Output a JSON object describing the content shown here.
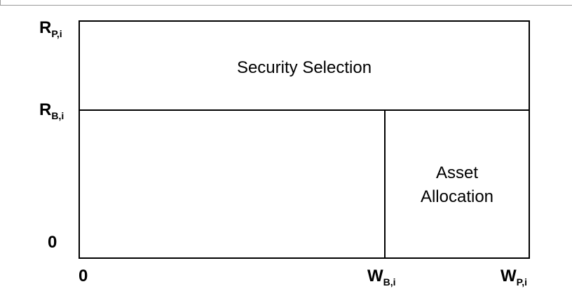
{
  "regions": {
    "security_selection": "Security Selection",
    "asset_allocation_line1": "Asset",
    "asset_allocation_line2": "Allocation"
  },
  "y_axis": {
    "top": {
      "main": "R",
      "sub": "P,i"
    },
    "middle": {
      "main": "R",
      "sub": "B,i"
    },
    "origin": "0"
  },
  "x_axis": {
    "origin": "0",
    "middle": {
      "main": "W",
      "sub": "B,i"
    },
    "right": {
      "main": "W",
      "sub": "P,i"
    }
  }
}
